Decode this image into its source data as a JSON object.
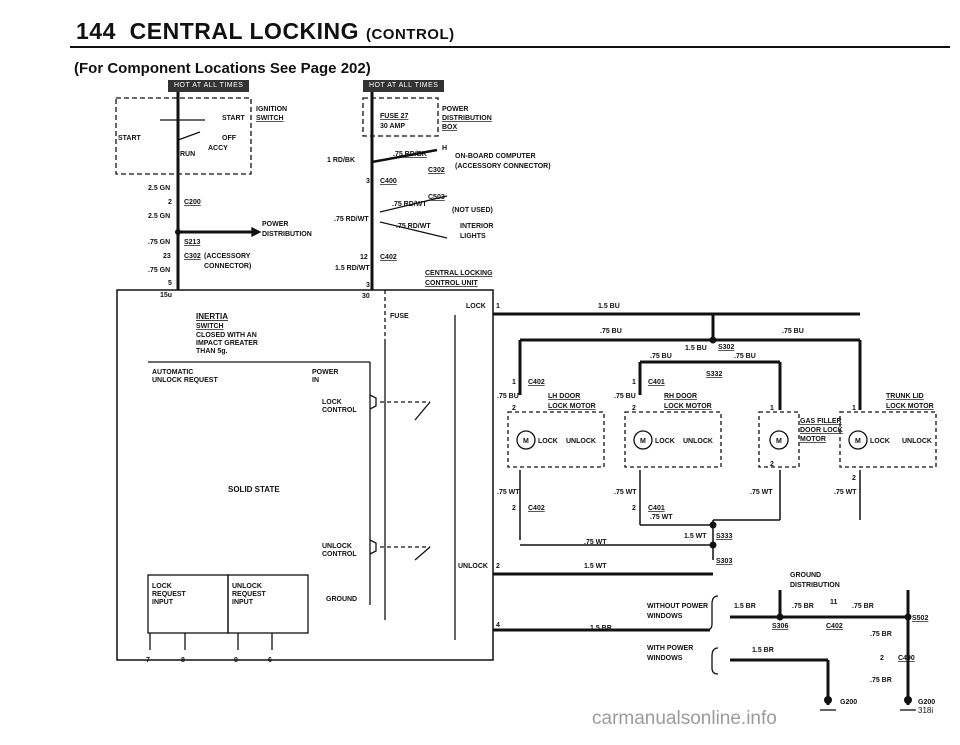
{
  "header": {
    "page_number": "144",
    "title": "CENTRAL LOCKING",
    "title_suffix": "(CONTROL)",
    "subtitle": "(For Component Locations See Page 202)"
  },
  "badges": {
    "left": "HOT AT ALL TIMES",
    "right": "HOT AT ALL TIMES"
  },
  "ignition": {
    "name": "IGNITION",
    "name2": "SWITCH",
    "start": "START",
    "off": "OFF",
    "run": "RUN",
    "accy": "ACCY",
    "start_left": "START"
  },
  "left_wires": {
    "w1": "2.5 GN",
    "c1": "2",
    "conn1": "C200",
    "w2": "2.5 GN",
    "splice": "S213",
    "power_dist": "POWER",
    "power_dist2": "DISTRIBUTION",
    "w3": ".75 GN",
    "c3": "23",
    "conn3": "C302",
    "conn3_desc": "(ACCESSORY",
    "conn3_desc2": "CONNECTOR)",
    "w4": ".75 GN",
    "c4": "5",
    "c5": "15u"
  },
  "fuse_block": {
    "label": "POWER",
    "label2": "DISTRIBUTION",
    "label3": "BOX",
    "fuse": "FUSE 27",
    "amp": "30 AMP",
    "h": "H",
    "w1": "1 RD/BK",
    "w1b": ".75 RD/BK",
    "onboard": "ON-BOARD COMPUTER",
    "onboard2": "(ACCESSORY CONNECTOR)",
    "conn_c302": "C302",
    "c3": "3",
    "conn_c400": "C400",
    "w_rdwt": ".75 RD/WT",
    "conn_c503": "C503",
    "not_used": "(NOT USED)",
    "w2": ".75 RD/WT",
    "w2b": ".75 RD/WT",
    "interior": "INTERIOR",
    "interior2": "LIGHTS",
    "c12": "12",
    "conn_c402": "C402",
    "w3": "1.5 RD/WT",
    "c3b": "3",
    "c30": "30"
  },
  "unit": {
    "title": "CENTRAL LOCKING",
    "title2": "CONTROL UNIT",
    "fuse": "FUSE",
    "inertia": "INERTIA",
    "inertia2": "SWITCH",
    "inertia3": "CLOSED WITH AN",
    "inertia4": "IMPACT GREATER",
    "inertia5": "THAN 5g.",
    "auto": "AUTOMATIC",
    "auto2": "UNLOCK REQUEST",
    "power_in": "POWER",
    "power_in2": "IN",
    "lock_ctl": "LOCK",
    "lock_ctl2": "CONTROL",
    "solid": "SOLID STATE",
    "unlock_ctl": "UNLOCK",
    "unlock_ctl2": "CONTROL",
    "ground": "GROUND",
    "lock_req": "LOCK",
    "lock_req2": "REQUEST",
    "lock_req3": "INPUT",
    "unlock_req": "UNLOCK",
    "unlock_req2": "REQUEST",
    "unlock_req3": "INPUT",
    "pin7": "7",
    "pin8": "8",
    "pin9": "9",
    "pin6": "6",
    "lock": "LOCK",
    "pin1": "1",
    "unlock": "UNLOCK",
    "pin2": "2",
    "pin4": "4"
  },
  "right": {
    "w_top": "1.5 BU",
    "w_bu1": ".75 BU",
    "w_bu2": ".75 BU",
    "w_bu3": ".75 BU",
    "w_bu4": ".75 BU",
    "w_bu5": "1.5 BU",
    "s302": "S302",
    "s332": "S332",
    "c402a": "C402",
    "c401a": "C401",
    "one_a": "1",
    "one_b": "1",
    "one_c": "1",
    "one_d": "1",
    "two_a": "2",
    "two_b": "2",
    "two_c": "2",
    "two_d": "2",
    "w_bu_l": ".75 BU",
    "w_bu_r": ".75 BU",
    "lh_door": "LH DOOR",
    "lh_door2": "LOCK MOTOR",
    "rh_door": "RH DOOR",
    "rh_door2": "LOCK MOTOR",
    "gas": "GAS FILLER",
    "gas2": "DOOR LOCK",
    "gas3": "MOTOR",
    "trunk": "TRUNK LID",
    "trunk2": "LOCK MOTOR",
    "lock_lbl": "LOCK",
    "unlock_lbl": "UNLOCK",
    "m": "M",
    "w_wt1": ".75 WT",
    "w_wt2": ".75 WT",
    "w_wt3": ".75 WT",
    "w_wt4": ".75 WT",
    "w_wt5": ".75 WT",
    "w_wt6": ".75 WT",
    "w_wt7": "1.5 WT",
    "w_wt8": "1.5 WT",
    "c402b": "C402",
    "c401b": "C401",
    "s333": "S333",
    "s303": "S303",
    "ground_dist": "GROUND",
    "ground_dist2": "DISTRIBUTION",
    "without": "WITHOUT POWER",
    "without2": "WINDOWS",
    "with": "WITH POWER",
    "with2": "WINDOWS",
    "w_br1": "1.5 BR",
    "w_br2": "1.5 BR",
    "w_br3": ".75 BR",
    "w_br4": ".75 BR",
    "w_br5": ".75 BR",
    "w_br6": ".75 BR",
    "w_br7": "1.5 BR",
    "n11": "11",
    "s306": "S306",
    "c402c": "C402",
    "s502": "S502",
    "c400": "C400",
    "n2": "2",
    "g200a": "G200",
    "g200b": "G200"
  },
  "footer": {
    "code": "318i",
    "watermark": "carmanualsonline.info"
  }
}
